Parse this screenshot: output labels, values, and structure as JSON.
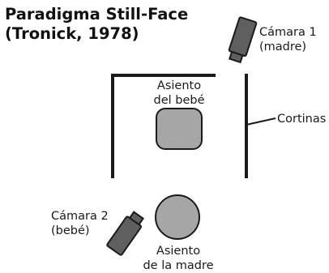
{
  "title": {
    "line1": "Paradigma Still-Face",
    "line2": "(Tronick, 1978)"
  },
  "labels": {
    "camera1_line1": "Cámara 1",
    "camera1_line2": "(madre)",
    "baby_seat_line1": "Asiento",
    "baby_seat_line2": "del bebé",
    "curtains": "Cortinas",
    "camera2_line1": "Cámara 2",
    "camera2_line2": "(bebé)",
    "mother_seat_line1": "Asiento",
    "mother_seat_line2": "de la madre"
  },
  "colors": {
    "wall": "#1a1a1a",
    "seat_fill": "#a6a6a6",
    "camera_fill": "#5f5f5f"
  },
  "icons": {
    "camera1": "video-camera-icon",
    "camera2": "video-camera-icon"
  }
}
